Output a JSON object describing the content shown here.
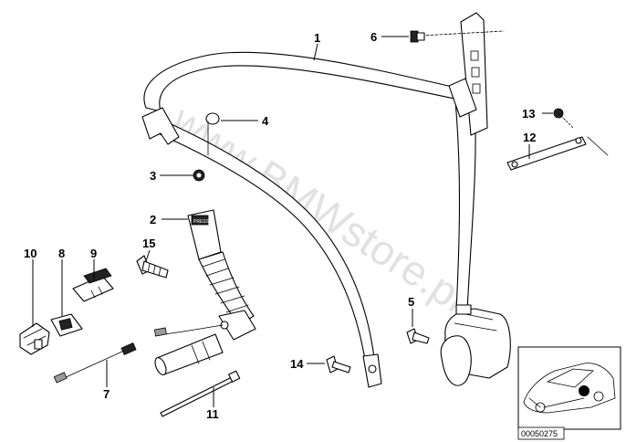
{
  "watermark": "www.BMWstore.pl",
  "reference_code": "00050275",
  "parts": [
    {
      "id": "1",
      "label": "1"
    },
    {
      "id": "2",
      "label": "2"
    },
    {
      "id": "3",
      "label": "3"
    },
    {
      "id": "4",
      "label": "4"
    },
    {
      "id": "5",
      "label": "5"
    },
    {
      "id": "6",
      "label": "6"
    },
    {
      "id": "7",
      "label": "7"
    },
    {
      "id": "8",
      "label": "8"
    },
    {
      "id": "9",
      "label": "9"
    },
    {
      "id": "10",
      "label": "10"
    },
    {
      "id": "11",
      "label": "11"
    },
    {
      "id": "12",
      "label": "12"
    },
    {
      "id": "13",
      "label": "13"
    },
    {
      "id": "14",
      "label": "14"
    },
    {
      "id": "15",
      "label": "15"
    }
  ],
  "buckle_text": "PRESS"
}
